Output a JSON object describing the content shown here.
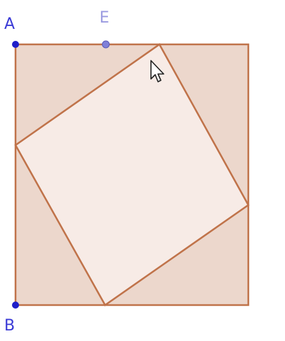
{
  "points": {
    "A": {
      "label": "A"
    },
    "B": {
      "label": "B"
    },
    "E": {
      "label": "E"
    }
  },
  "colors": {
    "outer_fill": "#ecd7cc",
    "inner_fill": "#f7ebe6",
    "stroke": "#c0734a",
    "point_main": "#1f1fc9",
    "point_muted": "#8080d8",
    "label_main": "#3a3ad6",
    "label_muted": "#9a9ae0"
  },
  "cursor": {
    "icon": "mouse-pointer-icon"
  }
}
